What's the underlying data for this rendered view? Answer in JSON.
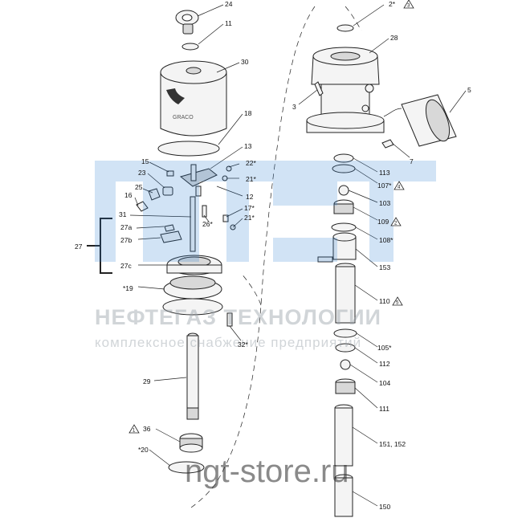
{
  "labels": [
    {
      "id": "24",
      "text": "24"
    },
    {
      "id": "11",
      "text": "11"
    },
    {
      "id": "30",
      "text": "30"
    },
    {
      "id": "18",
      "text": "18"
    },
    {
      "id": "13",
      "text": "13"
    },
    {
      "id": "15",
      "text": "15"
    },
    {
      "id": "23",
      "text": "23"
    },
    {
      "id": "22s",
      "text": "22*"
    },
    {
      "id": "21s_a",
      "text": "21*"
    },
    {
      "id": "25",
      "text": "25"
    },
    {
      "id": "16",
      "text": "16"
    },
    {
      "id": "12",
      "text": "12"
    },
    {
      "id": "31",
      "text": "31"
    },
    {
      "id": "17s",
      "text": "17*"
    },
    {
      "id": "26s",
      "text": "26*"
    },
    {
      "id": "21s_b",
      "text": "21*"
    },
    {
      "id": "27a",
      "text": "27a"
    },
    {
      "id": "27b",
      "text": "27b"
    },
    {
      "id": "27",
      "text": "27"
    },
    {
      "id": "27c",
      "text": "27c"
    },
    {
      "id": "s19",
      "text": "*19"
    },
    {
      "id": "32s",
      "text": "32*"
    },
    {
      "id": "29",
      "text": "29"
    },
    {
      "id": "36",
      "text": "36"
    },
    {
      "id": "s20",
      "text": "*20"
    },
    {
      "id": "2s",
      "text": "2*"
    },
    {
      "id": "28",
      "text": "28"
    },
    {
      "id": "5",
      "text": "5"
    },
    {
      "id": "3",
      "text": "3"
    },
    {
      "id": "7",
      "text": "7"
    },
    {
      "id": "113",
      "text": "113"
    },
    {
      "id": "107s",
      "text": "107*"
    },
    {
      "id": "103",
      "text": "103"
    },
    {
      "id": "109",
      "text": "109"
    },
    {
      "id": "108s",
      "text": "108*"
    },
    {
      "id": "153",
      "text": "153"
    },
    {
      "id": "110",
      "text": "110"
    },
    {
      "id": "105s",
      "text": "105*"
    },
    {
      "id": "112",
      "text": "112"
    },
    {
      "id": "104",
      "text": "104"
    },
    {
      "id": "111",
      "text": "111"
    },
    {
      "id": "151_152",
      "text": "151, 152"
    },
    {
      "id": "150",
      "text": "150"
    }
  ],
  "warning_marks": {
    "2s": "3",
    "107s": "4",
    "109": "2",
    "110": "5",
    "36": "1"
  },
  "watermark": {
    "line1": "НЕФТЕГАЗ ТЕХНОЛОГИИ",
    "line2": "комплексное снабжение предприятий",
    "url": "ngt-store.ru"
  }
}
